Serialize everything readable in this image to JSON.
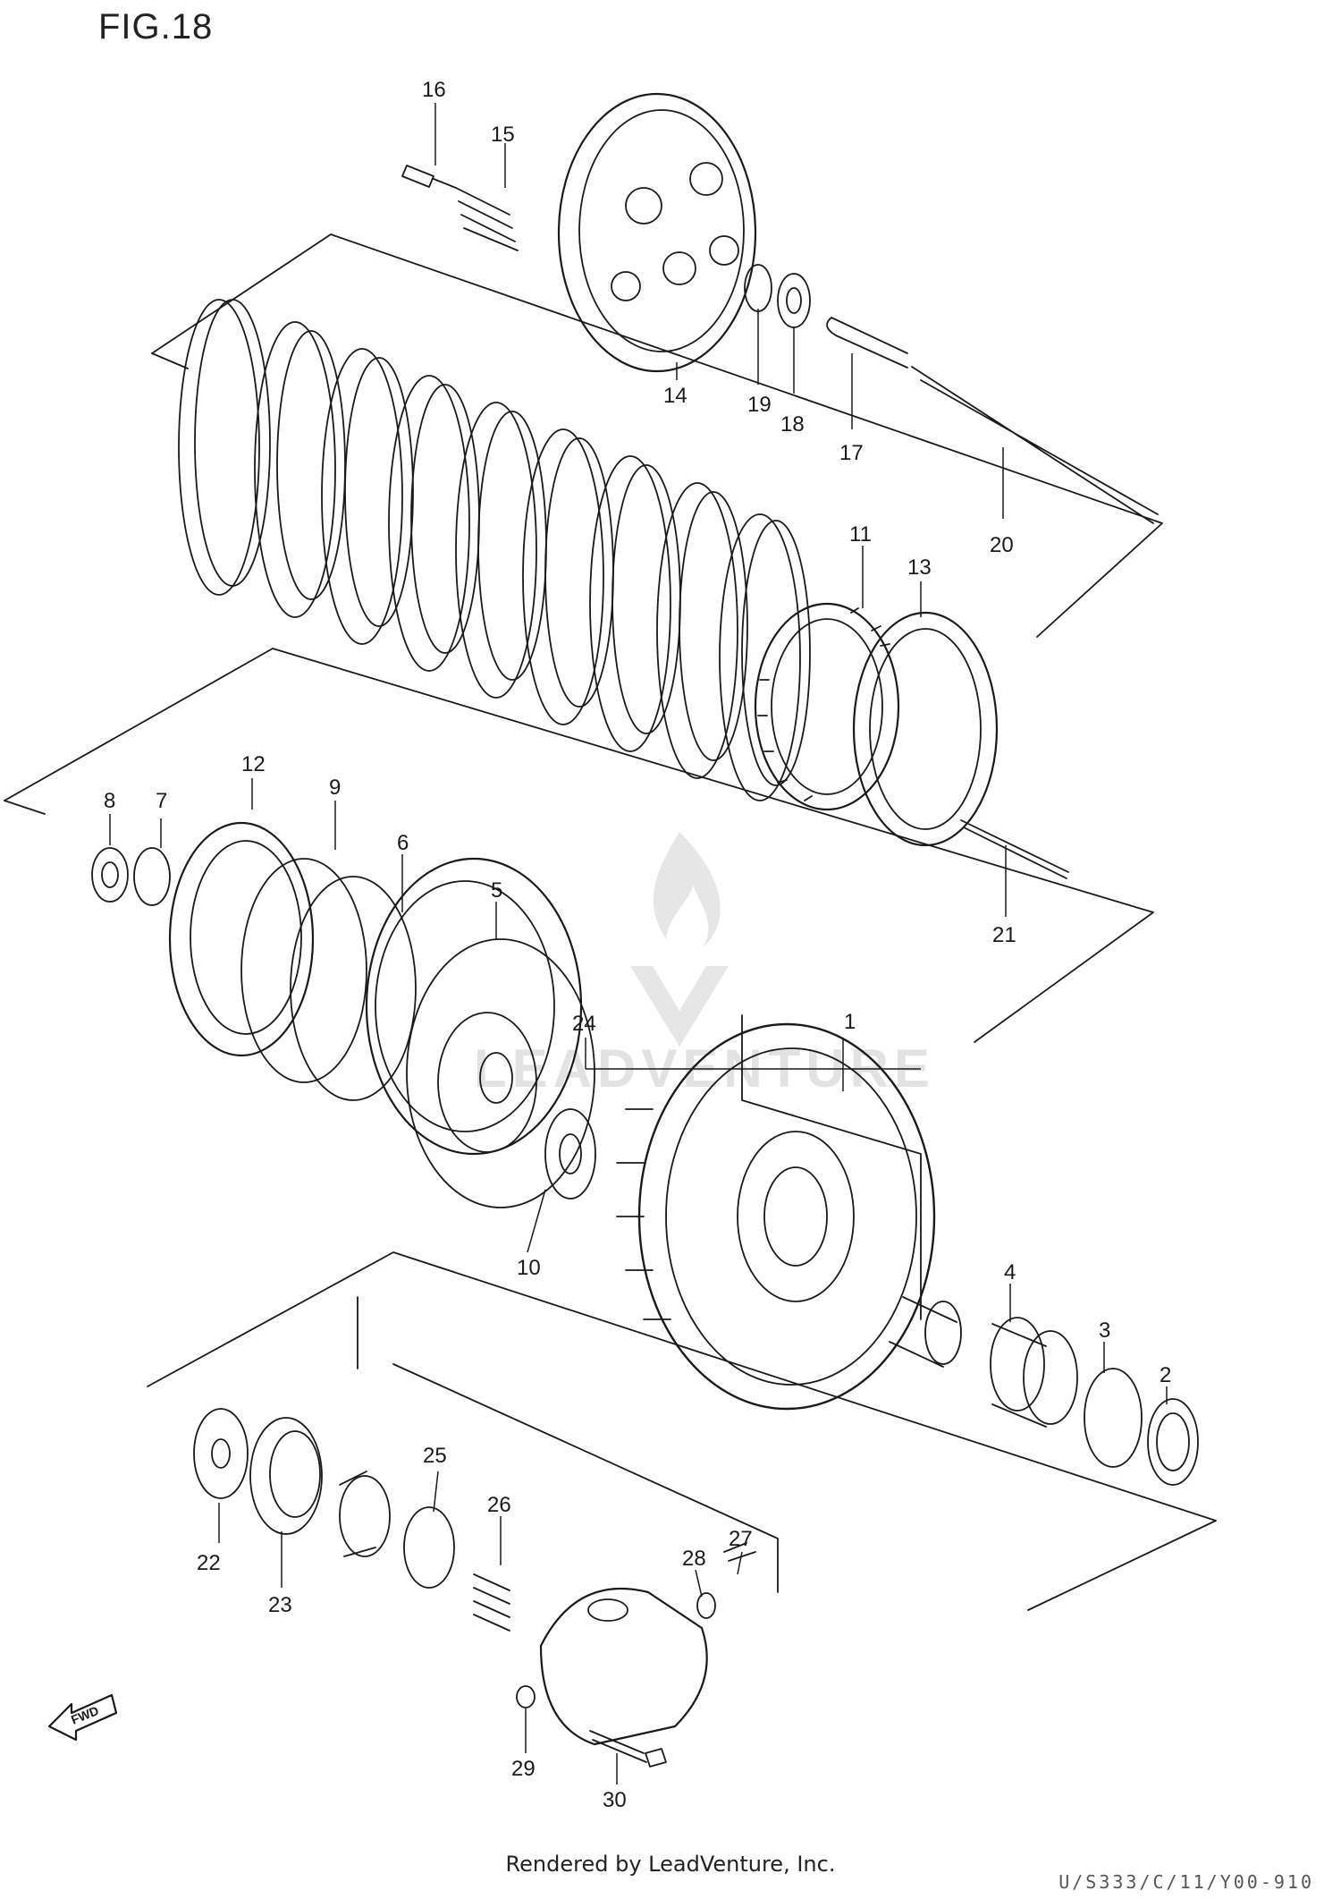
{
  "figure_title": "FIG.18",
  "footer_text": "Rendered by LeadVenture, Inc.",
  "footer_code": "U/S333/C/11/Y00-910",
  "watermark_text": "LEADVENTURE",
  "fwd_label": "FWD",
  "callouts": [
    "1",
    "2",
    "3",
    "4",
    "5",
    "6",
    "7",
    "8",
    "9",
    "10",
    "11",
    "12",
    "13",
    "14",
    "15",
    "16",
    "17",
    "18",
    "19",
    "20",
    "21",
    "22",
    "23",
    "24",
    "25",
    "26",
    "27",
    "28",
    "29",
    "30"
  ],
  "colors": {
    "line": "#1a1a1a",
    "background": "#ffffff",
    "watermark": "#e2e2e2"
  }
}
